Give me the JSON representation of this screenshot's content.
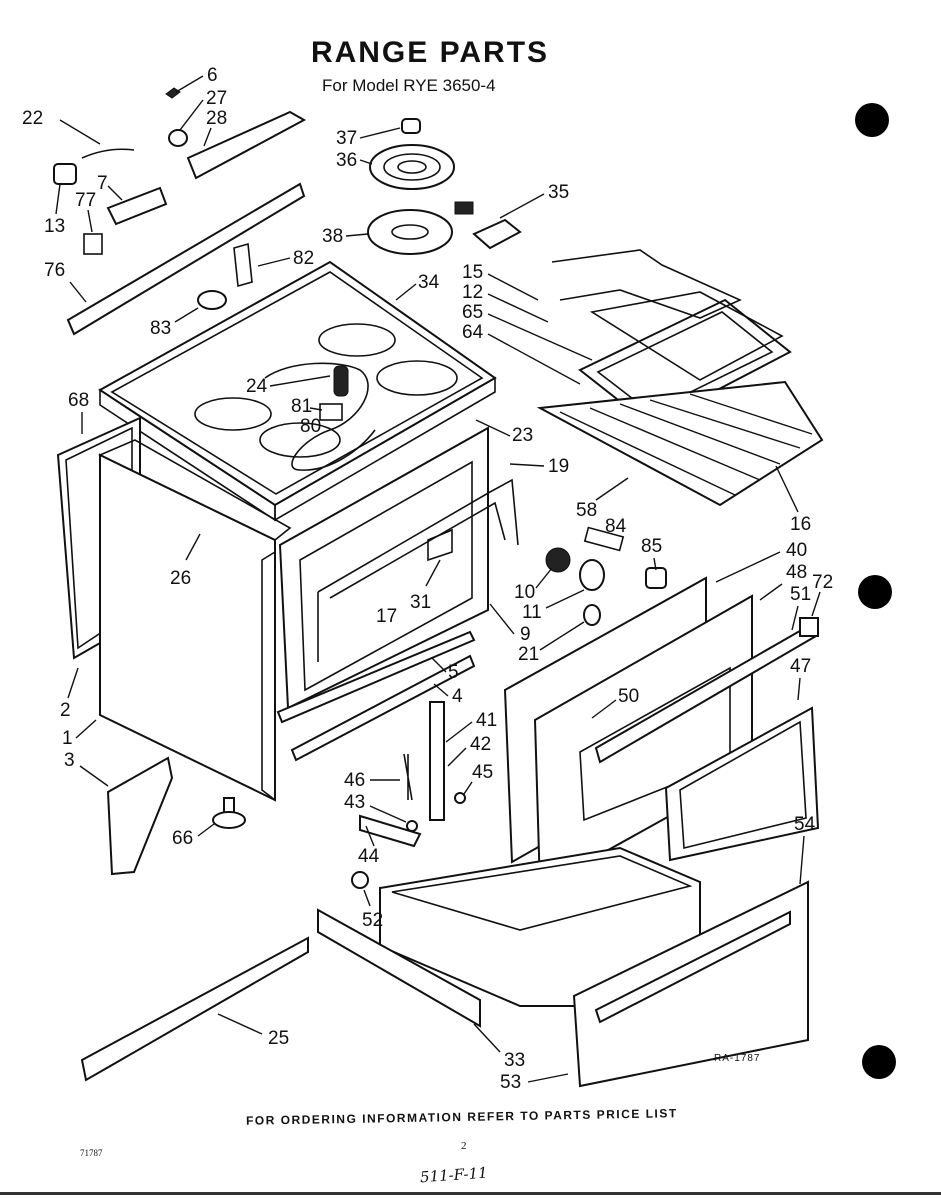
{
  "header": {
    "title": "RANGE PARTS",
    "subtitle": "For Model RYE 3650-4"
  },
  "footer": {
    "ordering_note": "FOR ORDERING INFORMATION REFER TO PARTS PRICE LIST",
    "page_number": "2",
    "doc_code": "71787",
    "handwritten_note": "511-F-11",
    "diagram_ref": "RA-1787"
  },
  "callouts": {
    "c1": "1",
    "c2": "2",
    "c3": "3",
    "c4": "4",
    "c5": "5",
    "c6": "6",
    "c7": "7",
    "c9": "9",
    "c10": "10",
    "c11": "11",
    "c12": "12",
    "c13": "13",
    "c15": "15",
    "c16": "16",
    "c17": "17",
    "c19": "19",
    "c21": "21",
    "c22": "22",
    "c23": "23",
    "c24": "24",
    "c25": "25",
    "c26": "26",
    "c27": "27",
    "c28": "28",
    "c31": "31",
    "c33": "33",
    "c34": "34",
    "c35": "35",
    "c36": "36",
    "c37": "37",
    "c38": "38",
    "c40": "40",
    "c41": "41",
    "c42": "42",
    "c43": "43",
    "c44": "44",
    "c45": "45",
    "c46": "46",
    "c47": "47",
    "c48": "48",
    "c50": "50",
    "c51": "51",
    "c52": "52",
    "c53": "53",
    "c54": "54",
    "c58": "58",
    "c64": "64",
    "c65": "65",
    "c66": "66",
    "c68": "68",
    "c72": "72",
    "c76": "76",
    "c77": "77",
    "c80": "80",
    "c81": "81",
    "c82": "82",
    "c83": "83",
    "c84": "84",
    "c85": "85"
  }
}
